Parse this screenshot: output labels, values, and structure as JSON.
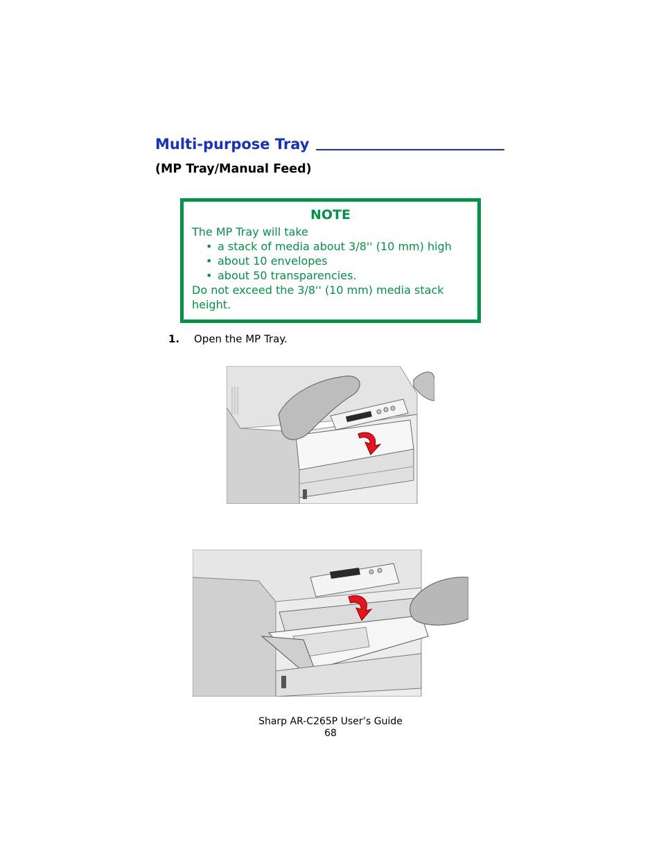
{
  "section": {
    "title": "Multi-purpose Tray",
    "subtitle": "(MP Tray/Manual Feed)"
  },
  "note": {
    "heading": "NOTE",
    "intro": "The MP Tray will take",
    "items": [
      "a stack of media about 3/8'' (10 mm) high",
      "about 10 envelopes",
      "about 50 transparencies."
    ],
    "warning": "Do not exceed the 3/8'' (10 mm) media stack height.",
    "bullet": "•",
    "color": "#009444"
  },
  "steps": [
    {
      "number": "1.",
      "text": "Open the MP Tray."
    }
  ],
  "figures": [
    {
      "name": "printer-front-cover-opening-photo",
      "arrow_color": "#e8141c"
    },
    {
      "name": "mp-tray-lowered-photo",
      "arrow_color": "#e8141c"
    }
  ],
  "footer": {
    "guide": "Sharp AR-C265P User’s Guide",
    "page": "68"
  },
  "colors": {
    "heading_blue": "#1530c8",
    "note_green": "#009444"
  }
}
